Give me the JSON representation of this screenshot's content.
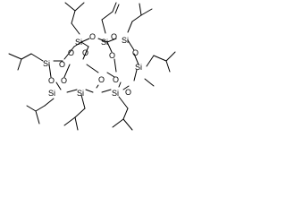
{
  "molecule": {
    "type": "structural-formula",
    "atoms": {
      "si": "Si",
      "o": "O"
    },
    "silicon_count": 8,
    "oxygen_count": 12,
    "substituents": [
      "allyl",
      "isobutyl",
      "isobutyl",
      "isobutyl",
      "isobutyl",
      "isobutyl",
      "isobutyl",
      "isobutyl"
    ]
  }
}
